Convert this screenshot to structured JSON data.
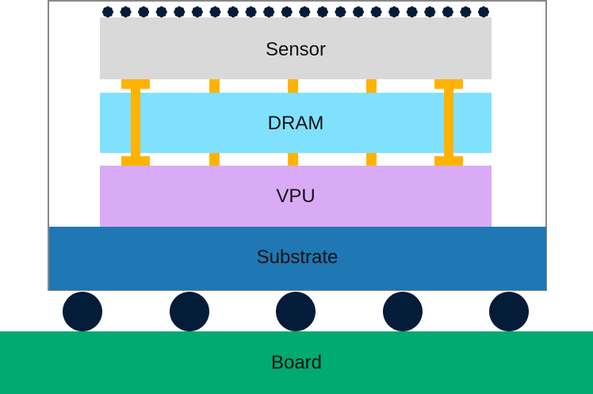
{
  "layers": {
    "sensor": {
      "label": "Sensor",
      "fill": "#d9d9d9"
    },
    "dram": {
      "label": "DRAM",
      "fill": "#80e1ff"
    },
    "vpu": {
      "label": "VPU",
      "fill": "#d9abf7"
    },
    "substrate": {
      "label": "Substrate",
      "fill": "#1f77b4"
    },
    "board": {
      "label": "Board",
      "fill": "#00aa70"
    }
  },
  "colors": {
    "interconnect": "#ffb300",
    "bump": "#041c38",
    "package_outline": "#888888",
    "text": "#111111"
  }
}
